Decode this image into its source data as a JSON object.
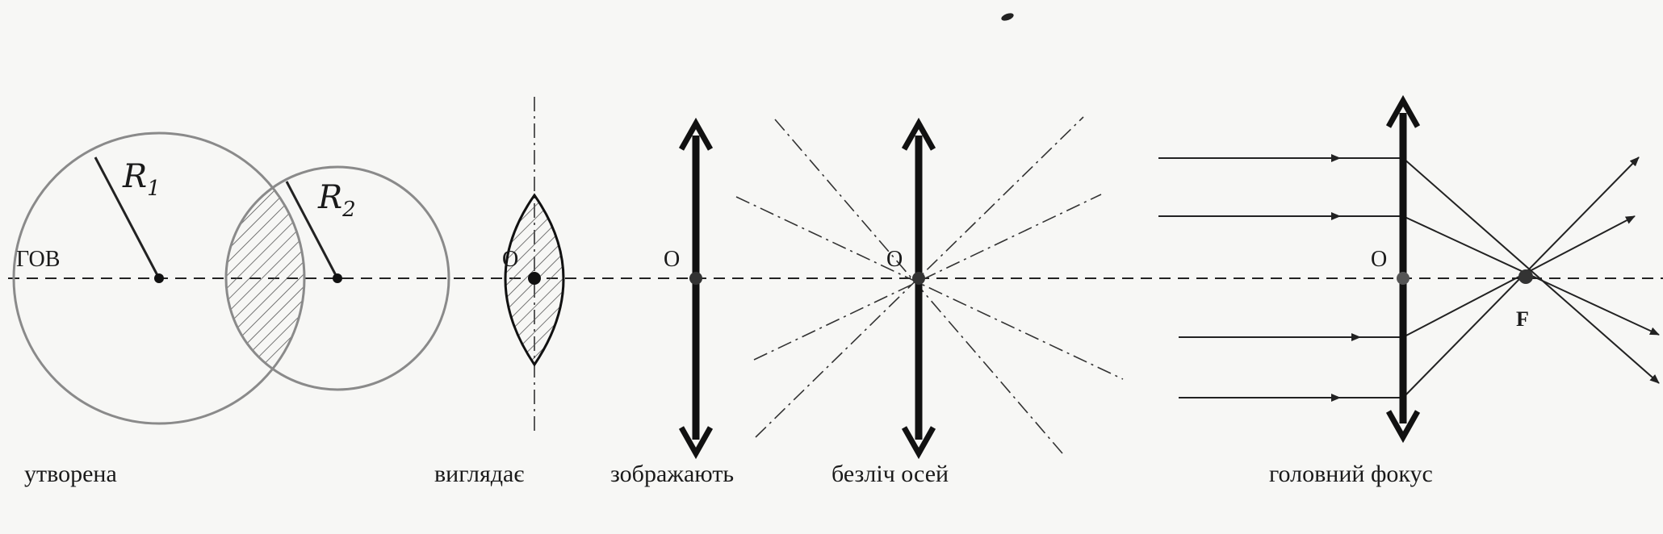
{
  "labels": {
    "optical_axis": "ГОВ",
    "radius_1_main": "R",
    "radius_1_sub": "1",
    "radius_2_main": "R",
    "radius_2_sub": "2",
    "center_lens_shape": "O",
    "center_lens_symbol": "O",
    "center_many_axes": "O",
    "center_main_focus": "O",
    "focus": "F"
  },
  "captions": {
    "formed": "утворена",
    "looks": "виглядає",
    "depicted": "зображають",
    "many_axes": "безліч осей",
    "main_focus": "головний  фокус"
  },
  "colors": {
    "ink": "#1a1a1a",
    "circle_stroke": "#8a8a8a",
    "background": "#f7f7f5"
  }
}
